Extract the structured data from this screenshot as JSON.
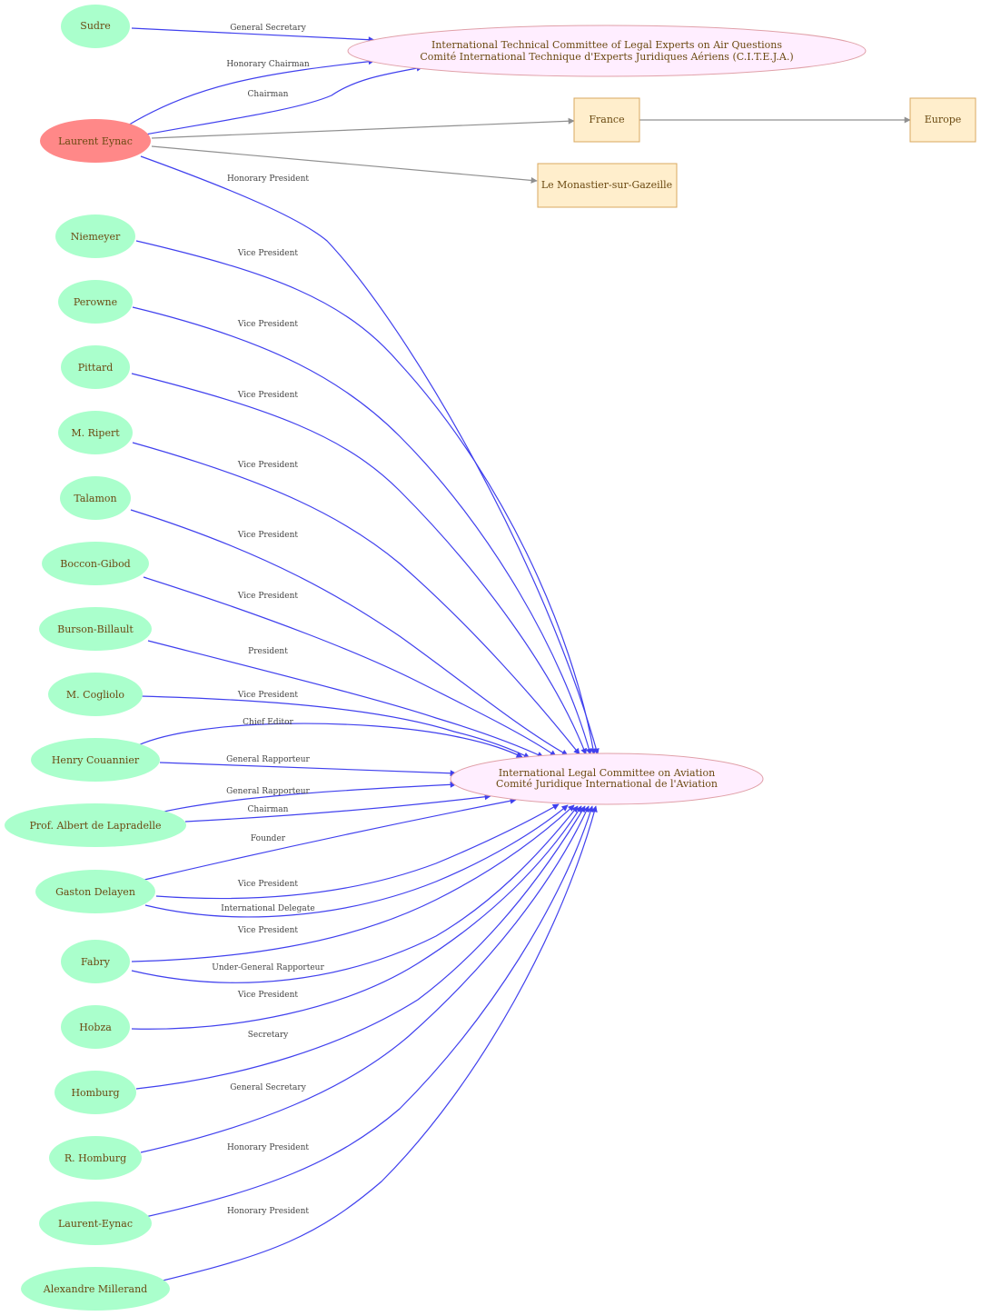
{
  "colors": {
    "person_fill": "#aaffcc",
    "focus_fill": "#ff8888",
    "org_fill": "#ffeeff",
    "org_stroke": "#e0a0a8",
    "place_fill": "#ffeecc",
    "place_stroke": "#d8a860",
    "role_edge": "#4040ee",
    "place_edge": "#909090",
    "text": "#6b4a12"
  },
  "nodes": {
    "sudre": "Sudre",
    "eynac": "Laurent Eynac",
    "niemeyer": "Niemeyer",
    "perowne": "Perowne",
    "pittard": "Pittard",
    "ripert": "M. Ripert",
    "talamon": "Talamon",
    "boccon": "Boccon-Gibod",
    "burson": "Burson-Billault",
    "cogliolo": "M. Cogliolo",
    "couannier": "Henry Couannier",
    "lapradelle": "Prof. Albert de Lapradelle",
    "delayen": "Gaston Delayen",
    "fabry": "Fabry",
    "hobza": "Hobza",
    "homburg": "Homburg",
    "rhomburg": "R. Homburg",
    "laurenteynac": "Laurent-Eynac",
    "millerand": "Alexandre Millerand",
    "citeja": [
      "International Technical Committee of Legal Experts on Air Questions",
      "Comité International Technique d'Experts Juridiques Aériens (C.I.T.E.J.A.)"
    ],
    "cjia": [
      "International Legal Committee on Aviation",
      "Comité Juridique International de l'Aviation"
    ],
    "france": "France",
    "europe": "Europe",
    "monastier": "Le Monastier-sur-Gazeille"
  },
  "edge_labels": {
    "sudre_citeja": "General Secretary",
    "eynac_citeja_hon": "Honorary Chairman",
    "eynac_citeja_chair": "Chairman",
    "eynac_cjia": "Honorary President",
    "niemeyer": "Vice President",
    "perowne": "Vice President",
    "pittard": "Vice President",
    "ripert": "Vice President",
    "talamon": "Vice President",
    "boccon": "Vice President",
    "burson": "President",
    "cogliolo": "Vice President",
    "couannier_chief": "Chief Editor",
    "couannier_gen": "General Rapporteur",
    "lapradelle_gen": "General Rapporteur",
    "lapradelle_chair": "Chairman",
    "delayen_founder": "Founder",
    "delayen_vp": "Vice President",
    "delayen_intl": "International Delegate",
    "fabry_vp": "Vice President",
    "fabry_under": "Under-General Rapporteur",
    "hobza": "Vice President",
    "homburg": "Secretary",
    "rhomburg": "General Secretary",
    "laurenteynac": "Honorary President",
    "millerand": "Honorary President"
  }
}
